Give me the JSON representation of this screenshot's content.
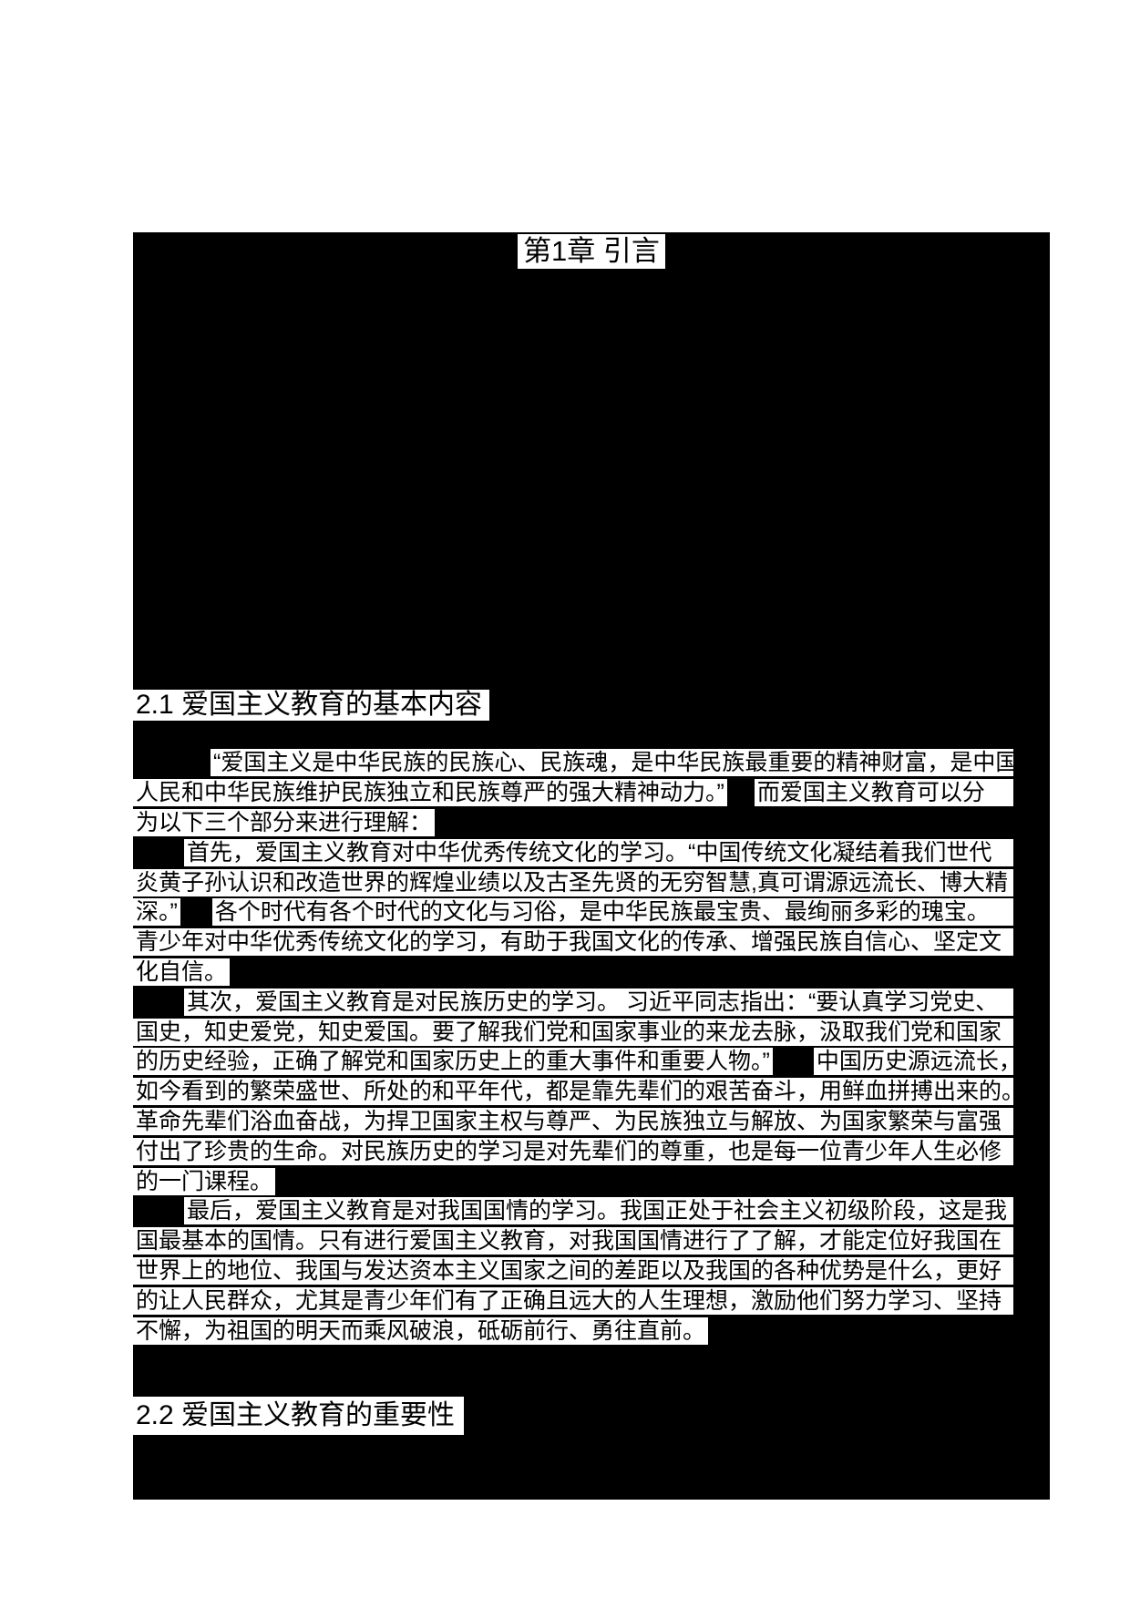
{
  "colors": {
    "page_background": "#ffffff",
    "redaction_black": "#000000",
    "highlight_white": "#ffffff",
    "text_black": "#000000"
  },
  "doc": {
    "chapter_title": "第1章 引言",
    "section1_heading": "2.1 爱国主义教育的基本内容",
    "section2_heading": "2.2 爱国主义教育的重要性",
    "lines": [
      {
        "t1": "“爱国主义是中华民族的民族心、民族魂，是中华民族最重要的精神财富，是中国"
      },
      {
        "t1": "人民和中华民族维护民族独立和民族尊严的强大精神动力。”",
        "t2": "而爱国主义教育可以分"
      },
      {
        "t1": "为以下三个部分来进行理解："
      },
      {
        "t1": "首先，爱国主义教育对中华优秀传统文化的学习。“中国传统文化凝结着我们世代"
      },
      {
        "t1": "炎黄子孙认识和改造世界的辉煌业绩以及古圣先贤的无穷智慧,真可谓源远流长、博大精"
      },
      {
        "t1": "深。”",
        "t2": "各个时代有各个时代的文化与习俗，是中华民族最宝贵、最绚丽多彩的瑰宝。"
      },
      {
        "t1": "青少年对中华优秀传统文化的学习，有助于我国文化的传承、增强民族自信心、坚定文"
      },
      {
        "t1": "化自信。"
      },
      {
        "t1": "其次，爱国主义教育是对民族历史的学习。 习近平同志指出：“要认真学习党史、"
      },
      {
        "t1": "国史，知史爱党，知史爱国。要了解我们党和国家事业的来龙去脉，汲取我们党和国家"
      },
      {
        "t1": "的历史经验，正确了解党和国家历史上的重大事件和重要人物。”",
        "t2": "中国历史源远流长，"
      },
      {
        "t1": "如今看到的繁荣盛世、所处的和平年代，都是靠先辈们的艰苦奋斗，用鲜血拼搏出来的。"
      },
      {
        "t1": "革命先辈们浴血奋战，为捍卫国家主权与尊严、为民族独立与解放、为国家繁荣与富强"
      },
      {
        "t1": "付出了珍贵的生命。对民族历史的学习是对先辈们的尊重，也是每一位青少年人生必修"
      },
      {
        "t1": "的一门课程。"
      },
      {
        "t1": "最后，爱国主义教育是对我国国情的学习。我国正处于社会主义初级阶段，这是我"
      },
      {
        "t1": "国最基本的国情。只有进行爱国主义教育，对我国国情进行了了解，才能定位好我国在"
      },
      {
        "t1": "世界上的地位、我国与发达资本主义国家之间的差距以及我国的各种优势是什么，更好"
      },
      {
        "t1": "的让人民群众，尤其是青少年们有了正确且远大的人生理想，激励他们努力学习、坚持"
      },
      {
        "t1": "不懈，为祖国的明天而乘风破浪，砥砺前行、勇往直前。"
      }
    ]
  }
}
